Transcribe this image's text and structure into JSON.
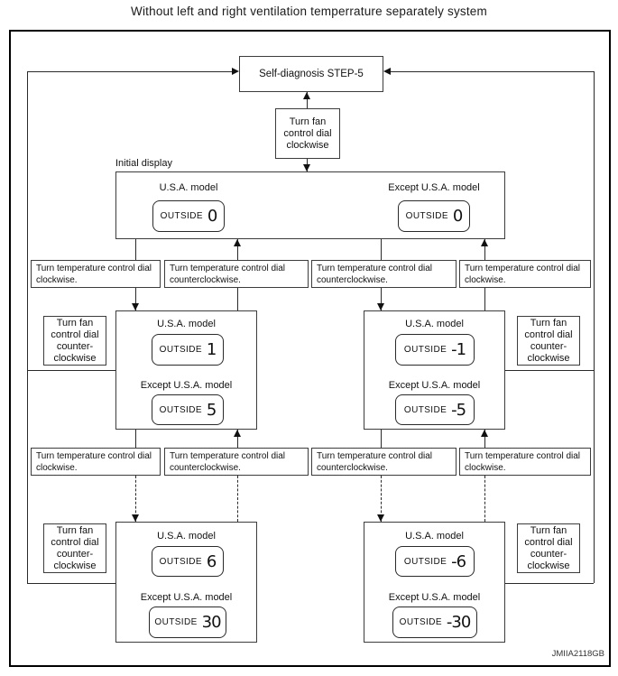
{
  "title": "Without left and right ventilation temperrature separately system",
  "watermark": "JMIIA2118GB",
  "colors": {
    "line": "#2a2a2a",
    "text": "#111111",
    "background": "#ffffff",
    "border": "#000000"
  },
  "nodes": {
    "step5": "Self-diagnosis STEP-5",
    "fan_clockwise": "Turn fan\ncontrol dial\nclockwise",
    "fan_counterclockwise": "Turn fan\ncontrol dial\ncounter-\nclockwise",
    "temp_clockwise": "Turn temperature control dial\nclockwise.",
    "temp_counterclockwise": "Turn temperature control dial\ncounterclockwise.",
    "initial_label": "Initial display",
    "usa_model": "U.S.A. model",
    "except_usa_model": "Except U.S.A. model",
    "outside": "OUTSIDE"
  },
  "displays": {
    "initial_usa": "0",
    "initial_except": "0",
    "mid_left_usa": "1",
    "mid_left_except": "5",
    "mid_right_usa": "-1",
    "mid_right_except": "-5",
    "bottom_left_usa": "6",
    "bottom_left_except": "30",
    "bottom_right_usa": "-6",
    "bottom_right_except": "-30"
  }
}
